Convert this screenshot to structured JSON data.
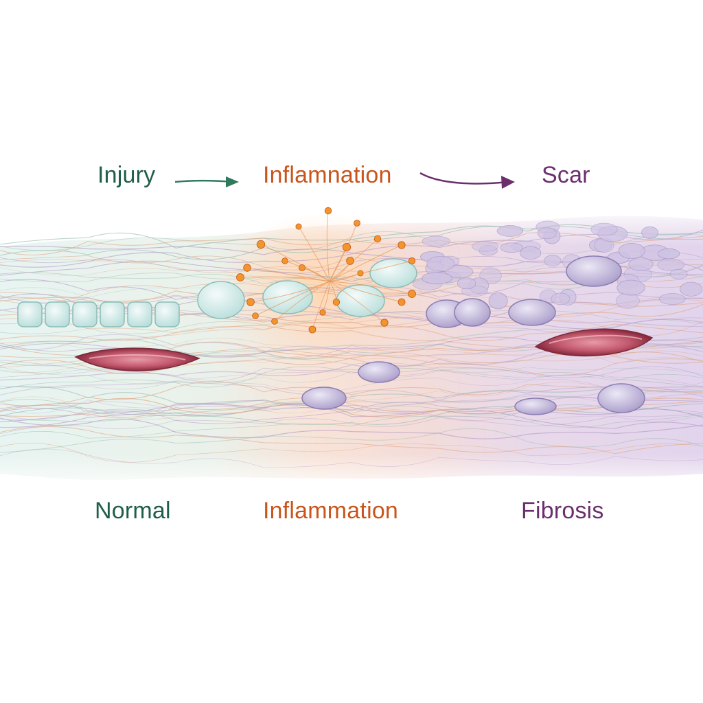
{
  "colors": {
    "normal": "#1f5e48",
    "inflammation": "#c8551c",
    "fibrosis": "#6b2f6e",
    "tissue_normal": "#e3f1ee",
    "tissue_inflamed": "#f7dccf",
    "tissue_fibrotic": "#e4d6ec",
    "cell_normal": "#d6eeec",
    "cell_fibrotic": "#b9aed6",
    "vessel": "#b5485e",
    "cytokine": "#f2952c"
  },
  "sequence": {
    "step1": "Injury",
    "step2": "Inflamnation",
    "step3": "Scar"
  },
  "stages": {
    "normal": "Normal",
    "inflammation": "Inflammation",
    "fibrosis": "Fibrosis"
  }
}
